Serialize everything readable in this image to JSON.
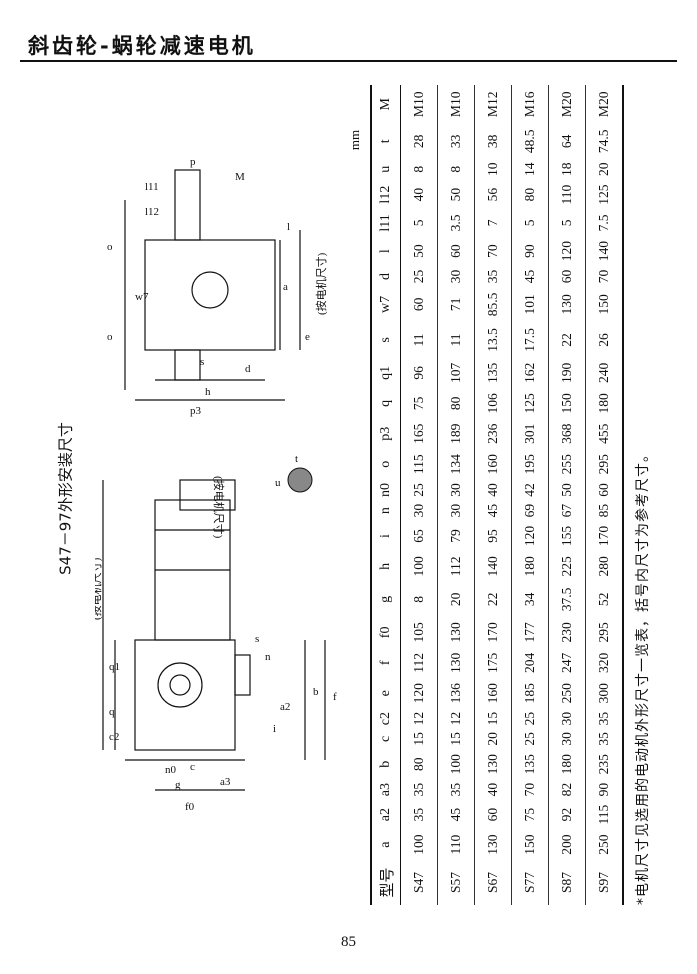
{
  "header": {
    "title": "斜齿轮-蜗轮减速电机"
  },
  "caption": "S47－97外形安装尺寸",
  "unit": "mm",
  "page_number": "85",
  "drawing_labels": {
    "motor_note": "(按电机尺寸)",
    "motor_note2": "(按电机尺寸)",
    "motor_note3": "(按电机尺寸)",
    "q": "q",
    "q1": "q1",
    "c2": "c2",
    "c": "c",
    "n0": "n0",
    "a3": "a3",
    "g": "g",
    "f0": "f0",
    "a2": "a2",
    "b": "b",
    "f": "f",
    "s": "s",
    "n": "n",
    "i": "i",
    "u": "u",
    "t": "t",
    "o": "o",
    "o2": "o",
    "l11": "l11",
    "l12": "l12",
    "l": "l",
    "p": "p",
    "M": "M",
    "w7": "w7",
    "a": "a",
    "e": "e",
    "s2": "s",
    "h": "h",
    "p3": "p3",
    "d": "d"
  },
  "table": {
    "headers": [
      "型号",
      "a",
      "a2",
      "a3",
      "b",
      "c",
      "c2",
      "e",
      "f",
      "f0",
      "g",
      "h",
      "i",
      "n",
      "n0",
      "o",
      "p3",
      "q",
      "q1",
      "s",
      "w7",
      "d",
      "l",
      "l11",
      "l12",
      "u",
      "t",
      "M"
    ],
    "rows": [
      [
        "S47",
        "100",
        "35",
        "35",
        "80",
        "15",
        "12",
        "120",
        "112",
        "105",
        "8",
        "100",
        "65",
        "30",
        "25",
        "115",
        "165",
        "75",
        "96",
        "11",
        "60",
        "25",
        "50",
        "5",
        "40",
        "8",
        "28",
        "M10"
      ],
      [
        "S57",
        "110",
        "45",
        "35",
        "100",
        "15",
        "12",
        "136",
        "130",
        "130",
        "20",
        "112",
        "79",
        "30",
        "30",
        "134",
        "189",
        "80",
        "107",
        "11",
        "71",
        "30",
        "60",
        "3.5",
        "50",
        "8",
        "33",
        "M10"
      ],
      [
        "S67",
        "130",
        "60",
        "40",
        "130",
        "20",
        "15",
        "160",
        "175",
        "170",
        "22",
        "140",
        "95",
        "45",
        "40",
        "160",
        "236",
        "106",
        "135",
        "13.5",
        "85.5",
        "35",
        "70",
        "7",
        "56",
        "10",
        "38",
        "M12"
      ],
      [
        "S77",
        "150",
        "75",
        "70",
        "135",
        "25",
        "25",
        "185",
        "204",
        "177",
        "34",
        "180",
        "120",
        "69",
        "42",
        "195",
        "301",
        "125",
        "162",
        "17.5",
        "101",
        "45",
        "90",
        "5",
        "80",
        "14",
        "48.5",
        "M16"
      ],
      [
        "S87",
        "200",
        "92",
        "82",
        "180",
        "30",
        "30",
        "250",
        "247",
        "230",
        "37.5",
        "225",
        "155",
        "67",
        "50",
        "255",
        "368",
        "150",
        "190",
        "22",
        "130",
        "60",
        "120",
        "5",
        "110",
        "18",
        "64",
        "M20"
      ],
      [
        "S97",
        "250",
        "115",
        "90",
        "235",
        "35",
        "35",
        "300",
        "320",
        "295",
        "52",
        "280",
        "170",
        "85",
        "60",
        "295",
        "455",
        "180",
        "240",
        "26",
        "150",
        "70",
        "140",
        "7.5",
        "125",
        "20",
        "74.5",
        "M20"
      ]
    ]
  },
  "footnote": "*电机尺寸见选用的电动机外形尺寸一览表，括号内尺寸为参考尺寸。"
}
